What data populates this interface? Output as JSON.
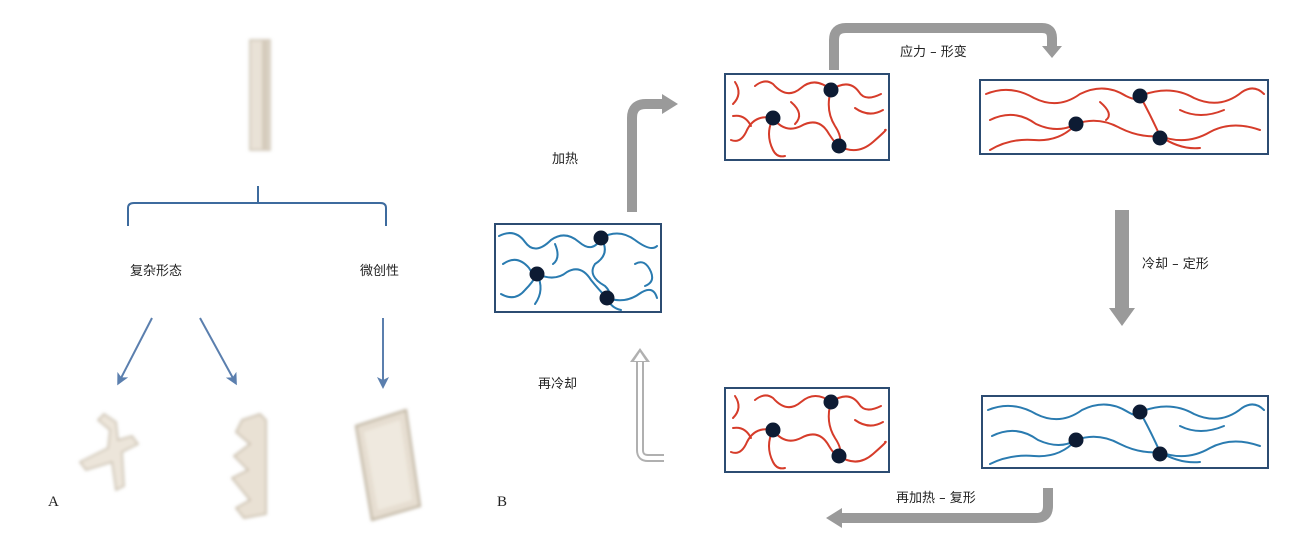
{
  "panel_a": {
    "label": "A",
    "branch_left": "复杂形态",
    "branch_right": "微创性"
  },
  "panel_b": {
    "label": "B",
    "step_heat": "加热",
    "step_stress": "应力 – 形变",
    "step_cool_fix": "冷却 – 定形",
    "step_reheat": "再加热 – 复形",
    "step_recool": "再冷却"
  },
  "colors": {
    "bracket": "#3d6b9e",
    "arrow_blue": "#5b7fae",
    "arrow_gray": "#9a9a9a",
    "frame": "#2c4c72",
    "chain_blue": "#2a7bb0",
    "chain_red": "#d63c2a",
    "crosslink": "#0d1b33",
    "implant": "#e8e0d4"
  }
}
